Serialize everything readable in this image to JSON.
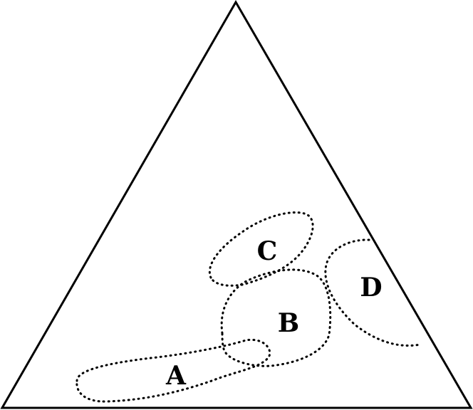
{
  "diagram": {
    "type": "ternary-field-diagram",
    "fields": [
      {
        "id": "A",
        "label": "A"
      },
      {
        "id": "B",
        "label": "B"
      },
      {
        "id": "C",
        "label": "C"
      },
      {
        "id": "D",
        "label": "D"
      }
    ],
    "line_color": "#000000",
    "background": "#ffffff"
  }
}
